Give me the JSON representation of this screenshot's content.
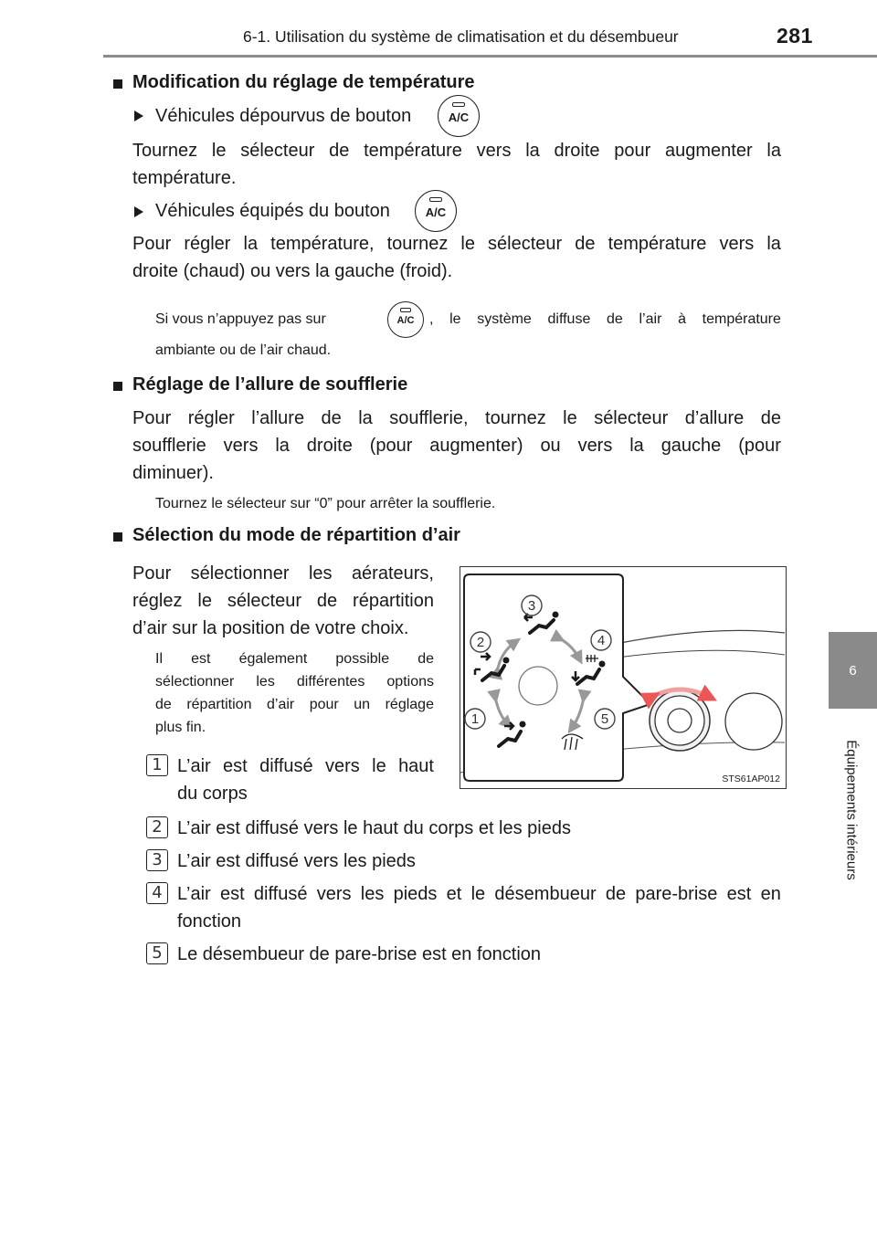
{
  "header": {
    "title": "6-1. Utilisation du système de climatisation et du désembueur",
    "page_number": "281"
  },
  "side_tab": {
    "chapter_number": "6",
    "chapter_label": "Équipements intérieurs"
  },
  "buttons": {
    "ac_label": "A/C"
  },
  "section_temperature": {
    "heading": "Modification du réglage de température",
    "without_ac": {
      "label": "Véhicules dépourvus de bouton",
      "line1": "Tournez le sélecteur de température vers la droite pour augmenter la",
      "line2": "température."
    },
    "with_ac": {
      "label": "Véhicules équipés du bouton",
      "line1": "Pour régler la température, tournez le sélecteur de température vers la",
      "line2": "droite (chaud) ou vers la gauche (froid)."
    },
    "note_part1": "Si vous n’appuyez pas sur",
    "note_part2": ", le système diffuse de l’air à température",
    "note_line2": "ambiante ou de l’air chaud."
  },
  "section_fan": {
    "heading": "Réglage de l’allure de soufflerie",
    "line1": "Pour régler l’allure de la soufflerie, tournez le sélecteur d’allure de",
    "line2": "soufflerie vers la droite (pour augmenter) ou vers la gauche (pour",
    "line3": "diminuer).",
    "note": "Tournez le sélecteur sur “0” pour arrêter la soufflerie."
  },
  "section_mode": {
    "heading": "Sélection du mode de répartition d’air",
    "intro_line1": "Pour sélectionner les aérateurs,",
    "intro_line2": "réglez le sélecteur de répartition",
    "intro_line3": "d’air sur la position de votre choix.",
    "note_line1": "Il est également possible de",
    "note_line2": "sélectionner les différentes options",
    "note_line3": "de répartition d’air pour un réglage",
    "note_line4": "plus fin.",
    "items": [
      {
        "num": "1",
        "line1": "L’air est diffusé vers le haut",
        "line2": "du corps"
      },
      {
        "num": "2",
        "line1": "L’air est diffusé vers le haut du corps et les pieds"
      },
      {
        "num": "3",
        "line1": "L’air est diffusé vers les pieds"
      },
      {
        "num": "4",
        "line1": "L’air est diffusé vers les pieds et le désembueur de pare-brise est en",
        "line2": "fonction"
      },
      {
        "num": "5",
        "line1": "Le désembueur de pare-brise est en fonction"
      }
    ]
  },
  "figure": {
    "code": "STS61AP012",
    "positions": [
      "1",
      "2",
      "3",
      "4",
      "5"
    ]
  }
}
